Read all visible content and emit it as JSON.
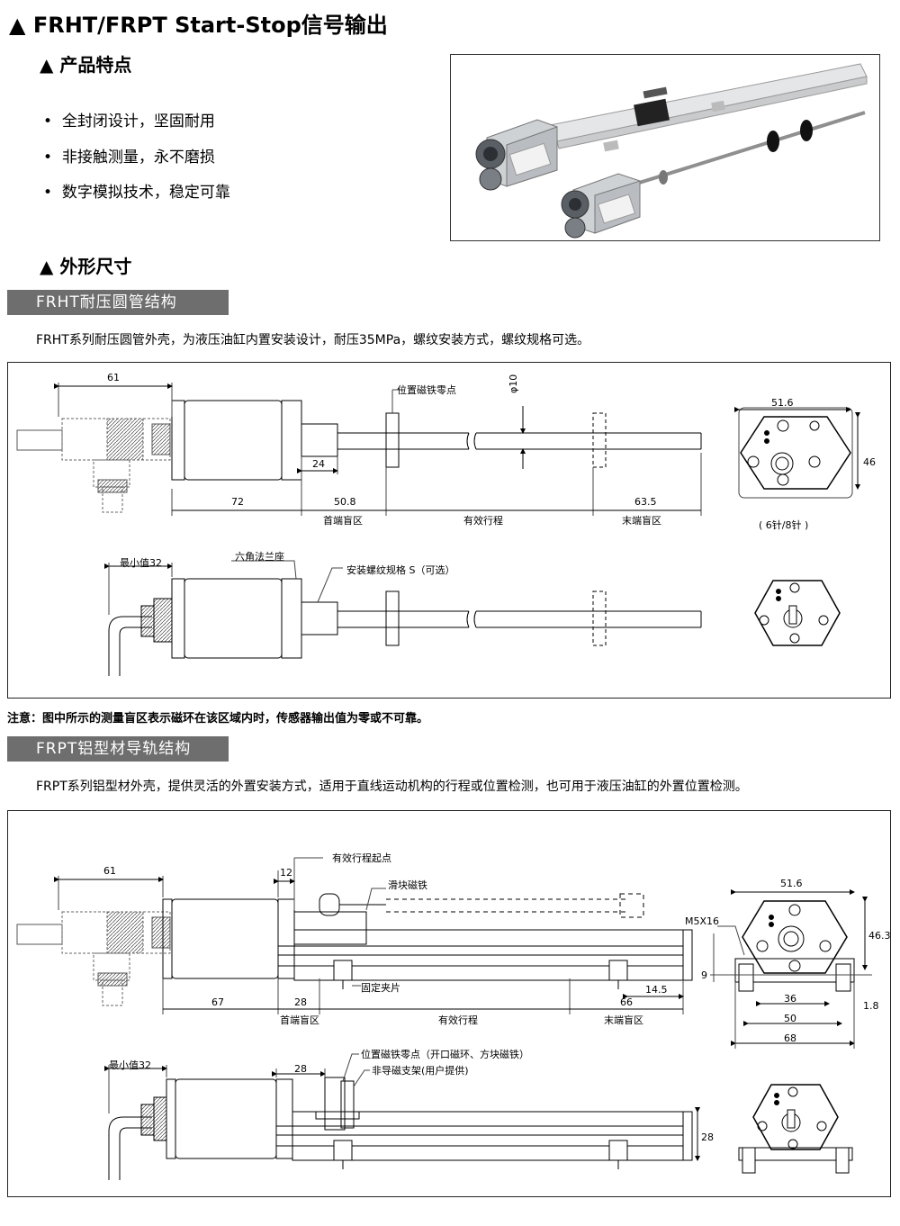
{
  "title": "FRHT/FRPT Start-Stop信号输出",
  "features": {
    "heading": "产品特点",
    "items": [
      "全封闭设计，坚固耐用",
      "非接触测量，永不磨损",
      "数字模拟技术，稳定可靠"
    ]
  },
  "dimensions": {
    "heading": "外形尺寸"
  },
  "frht": {
    "bar_label": "FRHT耐压圆管结构",
    "description": "FRHT系列耐压圆管外壳，为液压油缸内置安装设计，耐压35MPa，螺纹安装方式，螺纹规格可选。",
    "note": "注意：图中所示的测量盲区表示磁环在该区域内时，传感器输出值为零或不可靠。",
    "labels": {
      "dim_61": "61",
      "magnet_zero": "位置磁铁零点",
      "phi10": "φ10",
      "dim_24": "24",
      "dim_72": "72",
      "dim_50_8": "50.8",
      "dim_63_5": "63.5",
      "head_dead": "首端盲区",
      "effective": "有效行程",
      "tail_dead": "末端盲区",
      "dim_51_6": "51.6",
      "dim_46": "46",
      "pins": "( 6针/8针 )",
      "min32": "最小值32",
      "hex_flange": "六角法兰座",
      "thread_spec": "安装螺纹规格 S（可选）"
    }
  },
  "frpt": {
    "bar_label": "FRPT铝型材导轨结构",
    "description": "FRPT系列铝型材外壳，提供灵活的外置安装方式，适用于直线运动机构的行程或位置检测，也可用于液压油缸的外置位置检测。",
    "labels": {
      "start_point": "有效行程起点",
      "dim_61": "61",
      "dim_12": "12",
      "slider_magnet": "滑块磁铁",
      "dim_51_6": "51.6",
      "m5x16": "M5X16",
      "dim_46_3": "46.3",
      "dim_9": "9",
      "clamp": "固定夹片",
      "dim_14_5": "14.5",
      "dim_67": "67",
      "dim_28": "28",
      "dim_66": "66",
      "dim_36": "36",
      "dim_1_8": "1.8",
      "head_dead": "首端盲区",
      "effective": "有效行程",
      "tail_dead": "末端盲区",
      "dim_50": "50",
      "dim_68": "68",
      "min32": "最小值32",
      "dim_28b": "28",
      "magnet_zero": "位置磁铁零点（开口磁环、方块磁铁）",
      "bracket": "非导磁支架(用户提供)",
      "dim_28c": "28"
    }
  }
}
